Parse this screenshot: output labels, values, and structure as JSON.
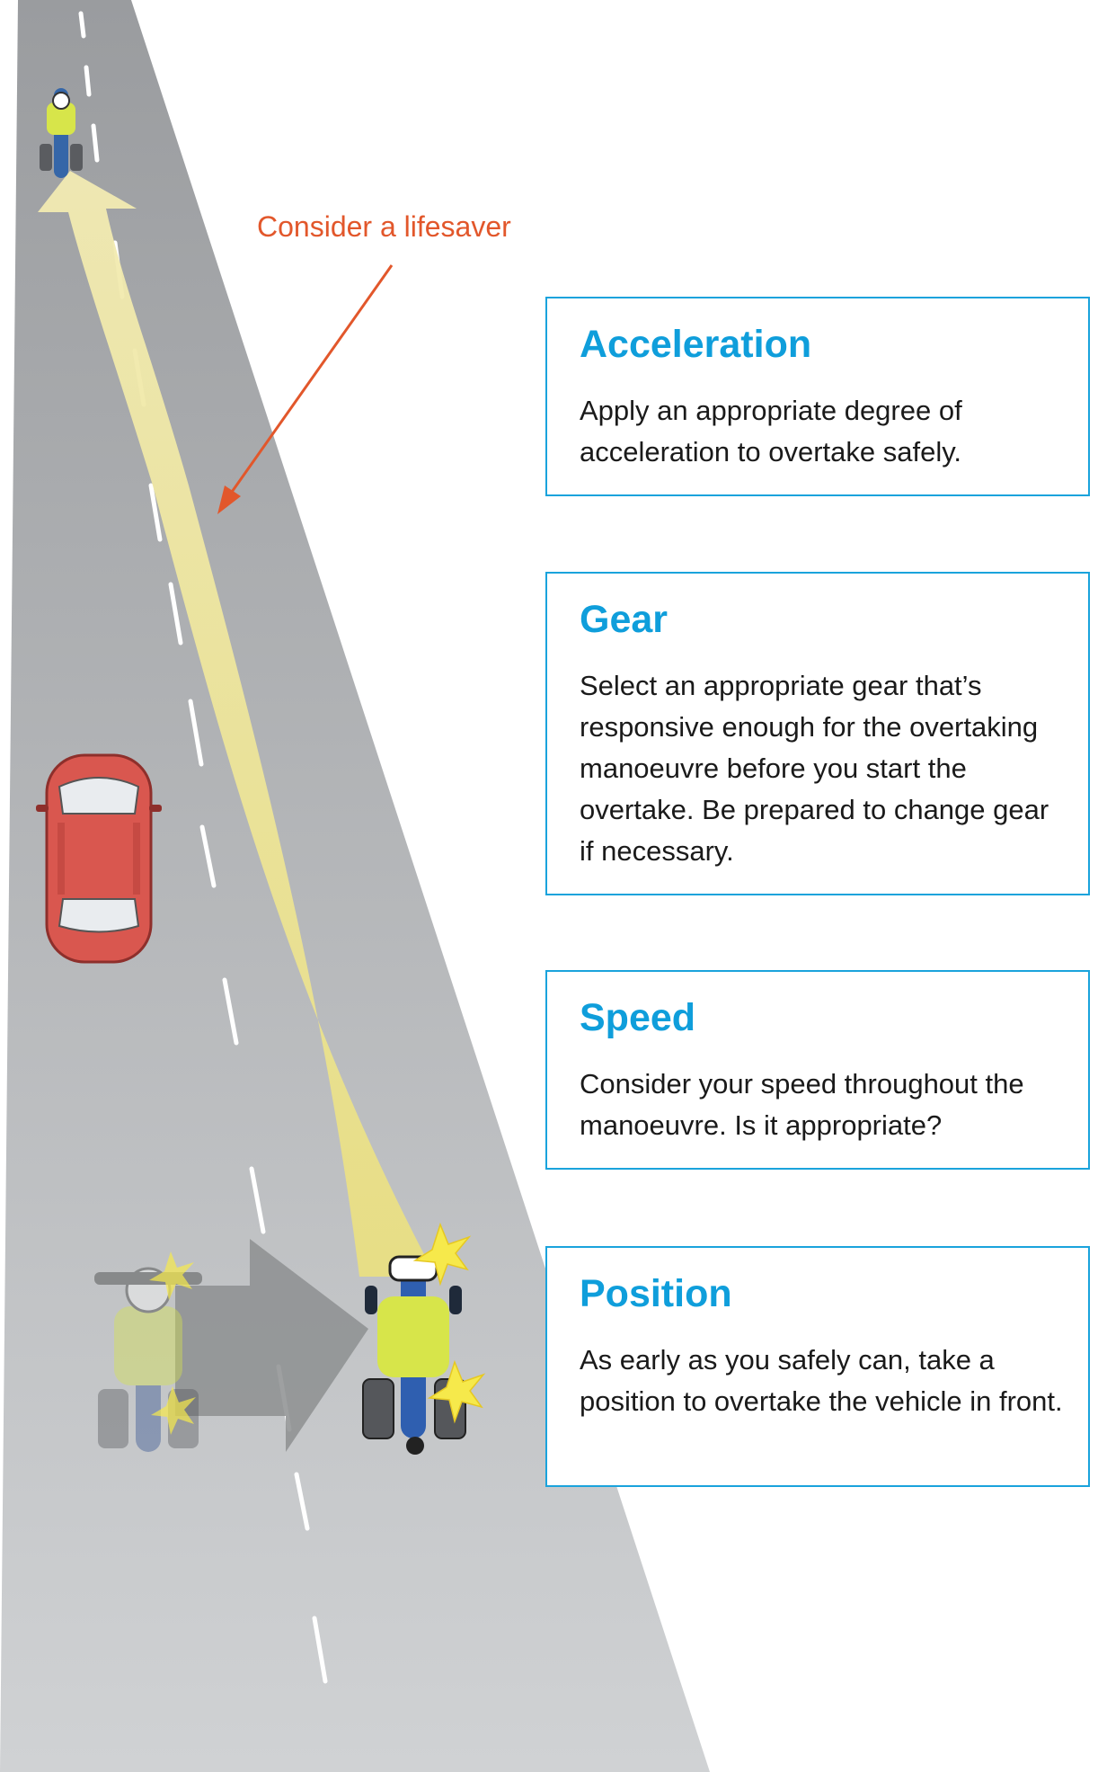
{
  "annotation": {
    "text": "Consider a lifesaver",
    "color": "#e2572b"
  },
  "panels": [
    {
      "title": "Acceleration",
      "body": "Apply an appropriate degree of acceleration to overtake safely."
    },
    {
      "title": "Gear",
      "body": "Select an appropriate gear that’s responsive enough for the overtaking manoeuvre before you start the overtake. Be prepared to change gear if necessary."
    },
    {
      "title": "Speed",
      "body": "Consider your speed throughout the manoeuvre. Is it appropriate?"
    },
    {
      "title": "Position",
      "body": "As early as you safely can, take a position to overtake the vehicle in front."
    }
  ],
  "colors": {
    "heading": "#0f9edb",
    "panel_border": "#1aa3dc",
    "road": "#b3b5b7",
    "path_arrow": "#ece28f",
    "car": "#d9574f",
    "move_arrow": "#8d8f91"
  },
  "icons": [
    "motorcycle-icon",
    "car-icon",
    "headlight-flash-icon",
    "path-arrow-icon",
    "pointer-arrow-icon",
    "move-arrow-icon"
  ]
}
